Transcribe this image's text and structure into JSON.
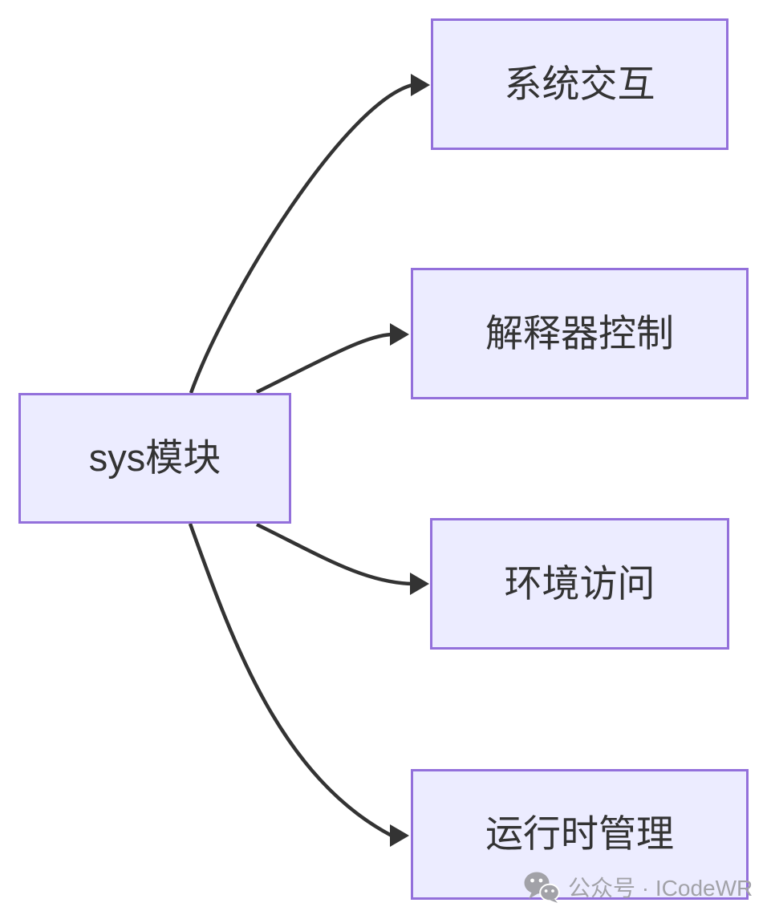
{
  "diagram": {
    "nodes": [
      {
        "id": "sys",
        "label": "sys模块"
      },
      {
        "id": "system-interaction",
        "label": "系统交互"
      },
      {
        "id": "interpreter-control",
        "label": "解释器控制"
      },
      {
        "id": "environment-access",
        "label": "环境访问"
      },
      {
        "id": "runtime-management",
        "label": "运行时管理"
      }
    ],
    "edges": [
      {
        "from": "sys模块",
        "to": "系统交互"
      },
      {
        "from": "sys模块",
        "to": "解释器控制"
      },
      {
        "from": "sys模块",
        "to": "环境访问"
      },
      {
        "from": "sys模块",
        "to": "运行时管理"
      }
    ],
    "colors": {
      "node_fill": "#ECECFF",
      "node_border": "#9370DB",
      "edge_stroke": "#333333",
      "text": "#333333",
      "background": "#FFFFFF",
      "watermark": "#A2A2A8"
    }
  },
  "watermark": {
    "icon": "wechat-icon",
    "text": "公众号 · ICodeWR"
  }
}
